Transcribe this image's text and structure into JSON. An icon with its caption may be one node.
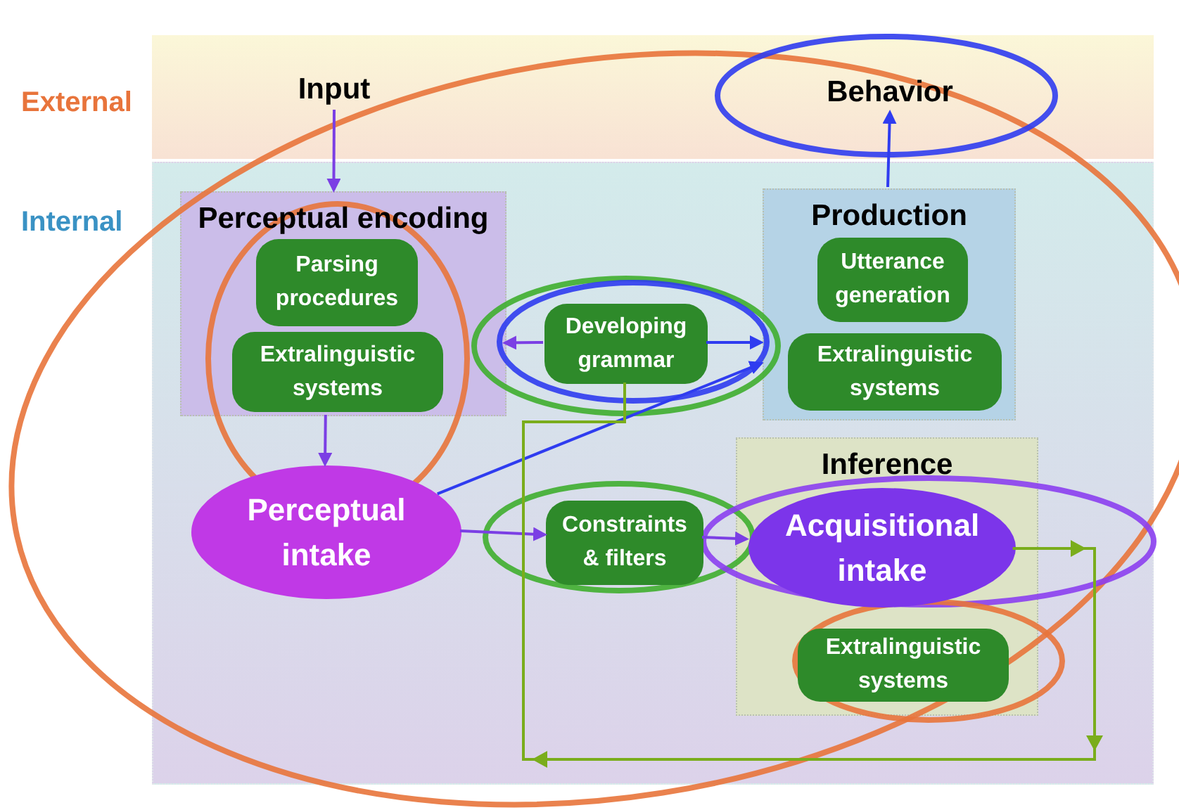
{
  "diagram": {
    "nodes": [
      {
        "text": [],
        "shape": "band"
      },
      {
        "text": [
          "Input"
        ],
        "in": 0
      },
      {
        "text": [
          "Behavior"
        ],
        "in": 0
      },
      {
        "text": [],
        "shape": "band"
      },
      {
        "text": [
          "Perceptual encoding"
        ],
        "in": 3
      },
      {
        "text": [
          "Parsing procedures"
        ],
        "in": 4
      },
      {
        "text": [
          "Extralinguistic systems"
        ],
        "in": 4
      },
      {
        "text": [
          "Developing grammar"
        ],
        "in": 3
      },
      {
        "text": [
          "Production"
        ],
        "in": 3
      },
      {
        "text": [
          "Utterance generation"
        ],
        "in": 8
      },
      {
        "text": [
          "Extralinguistic systems"
        ],
        "in": 8
      },
      {
        "text": [
          "Perceptual intake"
        ],
        "in": 3
      },
      {
        "text": [
          "Constraints & filters"
        ],
        "in": 3
      },
      {
        "text": [
          "Inference"
        ],
        "in": 3
      },
      {
        "text": [
          "Acquisitional intake"
        ],
        "in": 13
      },
      {
        "text": [
          "Extralinguistic systems"
        ],
        "in": 13
      }
    ],
    "edges": [
      {
        "from": 1,
        "to": 4,
        "arrow": "to"
      },
      {
        "from": 4,
        "to": 11,
        "arrow": "to"
      },
      {
        "from": 7,
        "to": 4,
        "arrow": "to"
      },
      {
        "from": 7,
        "to": 8,
        "arrow": "to",
        "color": "#2f3cf0"
      },
      {
        "from": 11,
        "to": 8,
        "arrow": "to",
        "color": "#2f3cf0"
      },
      {
        "from": 8,
        "to": 2,
        "arrow": "to",
        "color": "#2f3cf0"
      },
      {
        "from": 11,
        "to": 12,
        "arrow": "to"
      },
      {
        "from": 12,
        "to": 14,
        "arrow": "to"
      },
      {
        "from": 14,
        "to": 7,
        "arrow": "to",
        "color": "#7aad1c"
      }
    ],
    "labels": [
      "External",
      "Internal"
    ]
  }
}
